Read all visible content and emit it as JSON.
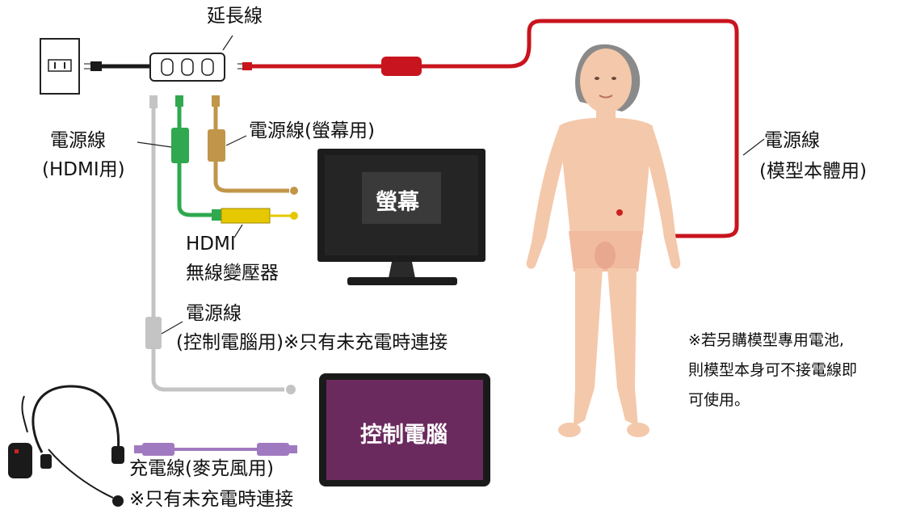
{
  "labels": {
    "extension_cord": "延長線",
    "power_hdmi_1": "電源線",
    "power_hdmi_2": "(HDMI用)",
    "power_monitor": "電源線(螢幕用)",
    "hdmi_tx_1": "HDMI",
    "hdmi_tx_2": "無線變壓器",
    "power_pc_1": "電源線",
    "power_pc_2": "(控制電腦用)※只有未充電時連接",
    "power_model_1": "電源線",
    "power_model_2": "(模型本體用)",
    "mic_cable": "充電線(麥克風用)",
    "mic_note": "※只有未充電時連接",
    "battery_note_1": "※若另購模型專用電池,",
    "battery_note_2": "則模型本身可不接電線即",
    "battery_note_3": "可使用。"
  },
  "screens": {
    "monitor": "螢幕",
    "tablet": "控制電腦"
  },
  "colors": {
    "red_cable": "#c8141e",
    "green_cable": "#2fa84f",
    "tan_cable": "#c1954a",
    "gray_cable": "#c4c4c4",
    "black_cable": "#1a1a1a",
    "yellow_tx": "#e6c800",
    "purple_usb": "#a07ac0",
    "tablet_screen": "#6b2a5e",
    "monitor_screen": "#3a3a3a",
    "skin": "#f4c8ab"
  },
  "icons": [
    "wall-outlet-icon",
    "power-strip-icon",
    "monitor-icon",
    "tablet-icon",
    "headset-icon",
    "manikin-icon"
  ]
}
